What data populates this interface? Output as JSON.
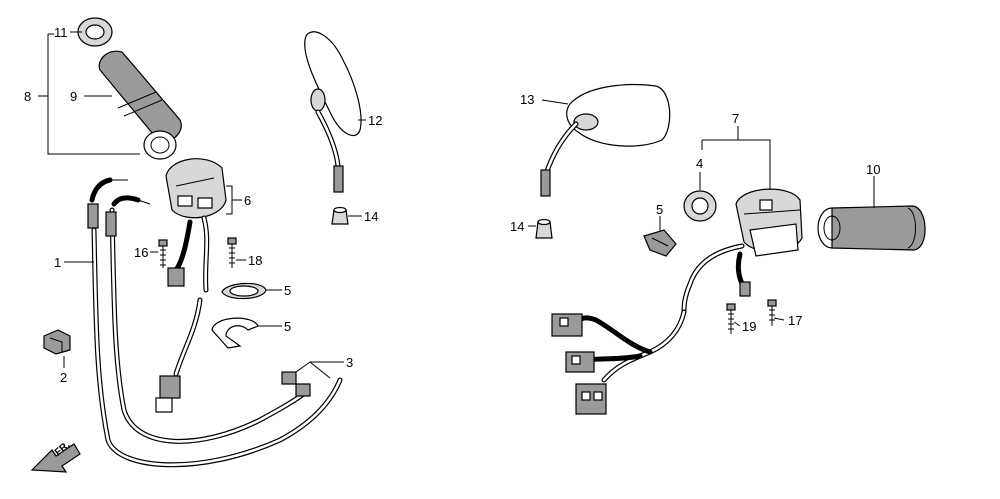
{
  "labels": {
    "l1": "1",
    "l2": "2",
    "l3": "3",
    "l4": "4",
    "l5a": "5",
    "l5b": "5",
    "l5c": "5",
    "l6": "6",
    "l7": "7",
    "l8": "8",
    "l9": "9",
    "l10": "10",
    "l11": "11",
    "l12": "12",
    "l13": "13",
    "l14a": "14",
    "l14b": "14",
    "l16": "16",
    "l17": "17",
    "l18": "18",
    "l19": "19"
  },
  "front_indicator": "FR."
}
